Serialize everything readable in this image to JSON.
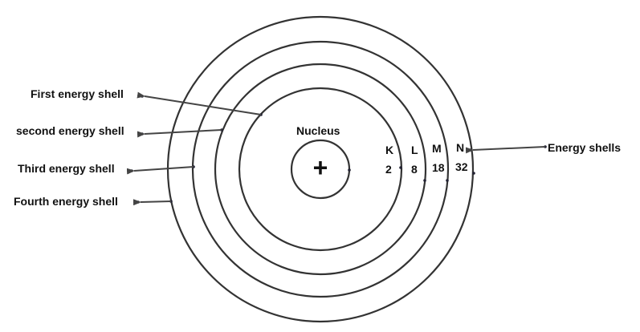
{
  "labels": {
    "first": "First energy shell",
    "second": "second energy shell",
    "third": "Third energy shell",
    "fourth": "Fourth energy shell",
    "energy_shells": "Energy shells",
    "nucleus": "Nucleus",
    "plus": "+"
  },
  "shells": [
    {
      "name": "K",
      "capacity": "2"
    },
    {
      "name": "L",
      "capacity": "8"
    },
    {
      "name": "M",
      "capacity": "18"
    },
    {
      "name": "N",
      "capacity": "32"
    }
  ]
}
